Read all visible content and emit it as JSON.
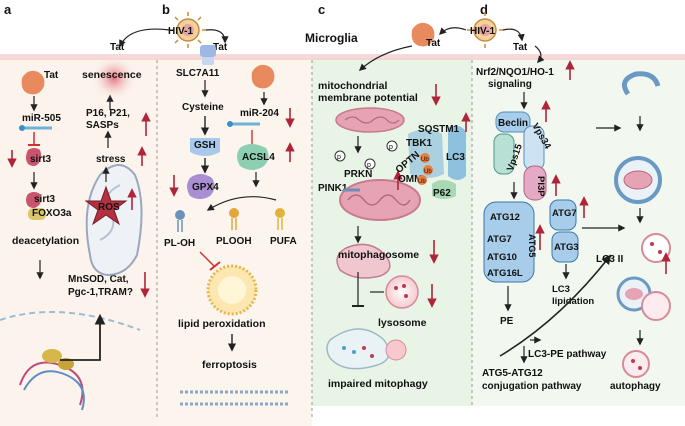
{
  "header": {
    "panel_letters": [
      "a",
      "b",
      "c",
      "d"
    ],
    "center_label": "Microglia",
    "hiv_label": "HIV-1",
    "tat_label": "Tat"
  },
  "panel_a": {
    "tat": "Tat",
    "mir505": "miR-505",
    "sirt3_top": "sirt3",
    "sirt3_bottom": "sirt3",
    "foxo3a": "FOXO3a",
    "deacetylation": "deacetylation",
    "senescence": "senescence",
    "p16_line1": "P16, P21,",
    "p16_line2": "SASPs",
    "stress": "stress",
    "ros": "ROS",
    "mnsod_line1": "MnSOD, Cat,",
    "mnsod_line2": "Pgc-1,TRAM?"
  },
  "panel_b": {
    "slc7a11": "SLC7A11",
    "cysteine": "Cysteine",
    "gsh": "GSH",
    "gpx4": "GPX4",
    "mir204": "miR-204",
    "acsl4": "ACSL4",
    "ploh": "PL-OH",
    "plooh": "PLOOH",
    "pufa": "PUFA",
    "lipid_perox": "lipid peroxidation",
    "ferroptosis": "ferroptosis"
  },
  "panel_c": {
    "mmp_line1": "mitochondrial",
    "mmp_line2": "membrane potential",
    "sqstm1": "SQSTM1",
    "tbk1": "TBK1",
    "optn": "OPTN",
    "prkn": "PRKN",
    "pink1": "PINK1",
    "omm": "OMM",
    "lc3": "LC3",
    "p62": "P62",
    "p": "p",
    "ub": "Ub",
    "mitophagosome": "mitophagosome",
    "lysosome": "lysosome",
    "impaired": "impaired mitophagy"
  },
  "panel_d": {
    "nrf2_line1": "Nrf2/NQO1/HO-1",
    "nrf2_line2": "signaling",
    "beclin": "Beclin",
    "vps34": "Vps34",
    "vps15": "Vps15",
    "pi3p": "PI3P",
    "atg12": "ATG12",
    "atg7a": "ATG7",
    "atg5": "ATG5",
    "atg10": "ATG10",
    "atg16l": "ATG16L",
    "atg7b": "ATG7",
    "atg3": "ATG3",
    "lc3ii": "LC3 II",
    "pe": "PE",
    "lc3_lip_line1": "LC3",
    "lc3_lip_line2": "lipidation",
    "lc3pe": "LC3-PE pathway",
    "atg_conj_line1": "ATG5-ATG12",
    "atg_conj_line2": "conjugation pathway",
    "autophagy": "autophagy"
  },
  "colors": {
    "up_arrow": "#b0243a",
    "panel_bg_a": "#fbf3ec",
    "panel_bg_c": "#eaf5ea",
    "panel_bg_d": "#f1f7ee",
    "mito_pink": "#e5a3b4",
    "atg_blue": "#9fc7ea",
    "tat_orange": "#e88a5e"
  },
  "icons": [
    "hiv-virus-icon",
    "tat-protein-icon",
    "mitochondrion-icon",
    "lysosome-icon",
    "nucleus-icon",
    "mirna-icon",
    "up-arrow-icon",
    "down-arrow-icon"
  ]
}
